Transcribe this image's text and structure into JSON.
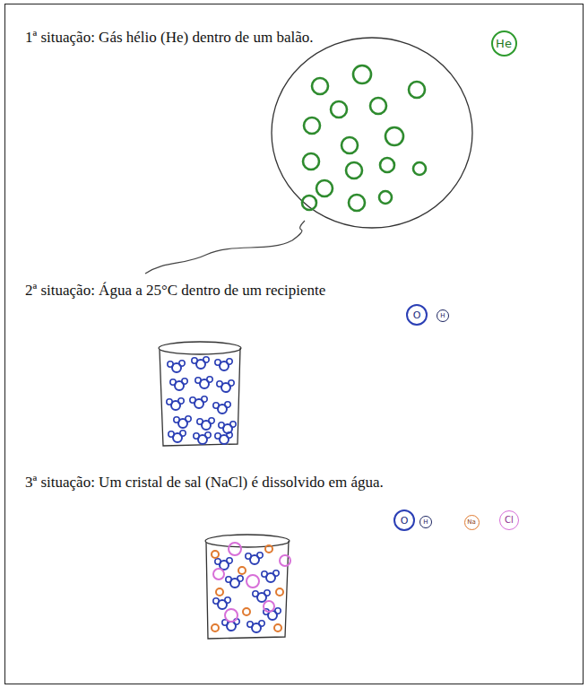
{
  "diagram": {
    "nodes": [
      {
        "text": [
          "He"
        ]
      },
      {
        "text": [
          "O"
        ]
      },
      {
        "text": [
          "H"
        ]
      },
      {
        "text": [
          "O"
        ]
      },
      {
        "text": [
          "H"
        ]
      },
      {
        "text": [
          "Na"
        ]
      },
      {
        "text": [
          "Cl"
        ]
      }
    ],
    "labels": [
      "1ª situação: Gás hélio (He) dentro de um balão.",
      "2ª situação: Água a 25°C dentro de um recipiente",
      "3ª situação: Um cristal de sal (NaCl) é dissolvido em água."
    ]
  }
}
